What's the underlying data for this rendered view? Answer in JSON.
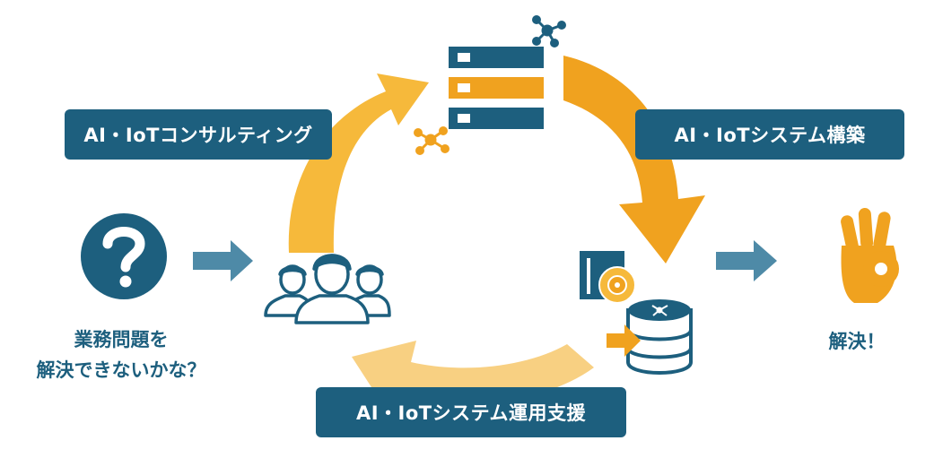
{
  "labels": {
    "consulting": "AI・IoTコンサルティング",
    "build": "AI・IoTシステム構築",
    "support": "AI・IoTシステム運用支援"
  },
  "captions": {
    "problem_line1": "業務問題を",
    "problem_line2": "解決できないかな？",
    "solved": "解決！"
  },
  "icons": {
    "problem": "question-icon",
    "team": "team-people-icon",
    "server": "server-icon",
    "network": "network-node-icon",
    "software": "software-package-icon",
    "database": "database-icon",
    "solved": "ok-hand-icon"
  },
  "colors": {
    "navy": "#1d5f7e",
    "orange": "#f0a21f",
    "orange_light": "#f6c25d",
    "orange_pale": "#f9d58f",
    "flow_arrow": "#4e8aa7"
  }
}
